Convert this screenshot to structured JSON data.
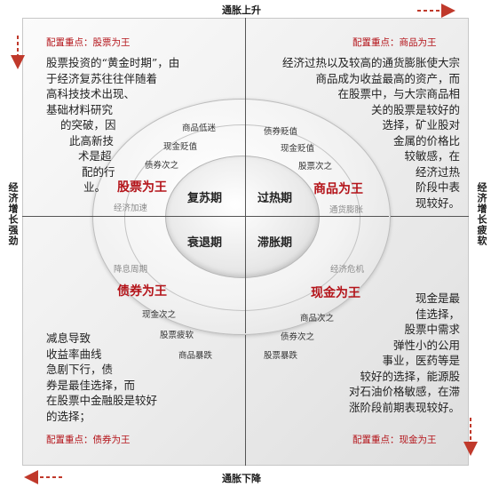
{
  "axes": {
    "top": "通胀上升",
    "bottom": "通胀下降",
    "left": "经济增长强劲",
    "right": "经济增长疲软"
  },
  "focus_prefix": "配置重点：",
  "quadrants": {
    "top_left": {
      "focus": "股票为王",
      "paragraph": [
        "股票投资的“黄金时期”，由",
        "于经济复苏往往伴随着",
        "高科技技术出现、",
        "基础材料研究",
        "的突破，因",
        "此高新技",
        "术是超",
        "配的行",
        "业。"
      ]
    },
    "top_right": {
      "focus": "商品为王",
      "paragraph": [
        "经济过热以及较高的通货膨胀使大宗",
        "商品成为收益最高的资产，而",
        "在股票中，与大宗商品相",
        "关的股票是较好的",
        "选择，矿业股对",
        "金属的价格比",
        "较敏感，在",
        "经济过热",
        "阶段中表",
        "现较好。"
      ]
    },
    "bottom_left": {
      "focus": "债券为王",
      "paragraph": [
        "减息导致",
        "收益率曲线",
        "急剧下行，债",
        "券是最佳选择，而",
        "在股票中金融股是较好",
        "的选择；"
      ]
    },
    "bottom_right": {
      "focus": "现金为王",
      "paragraph": [
        "现金是最",
        "佳选择，",
        "股票中需求",
        "弹性小的公用",
        "事业，医药等是",
        "较好的选择，能源股",
        "对石油价格敏感，在滞",
        "涨阶段前期表现较好。"
      ]
    }
  },
  "phases": {
    "recovery": "复苏期",
    "overheat": "过热期",
    "recession": "衰退期",
    "stagflation": "滞胀期"
  },
  "kings": {
    "stocks": "股票为王",
    "commodities": "商品为王",
    "bonds": "债券为王",
    "cash": "现金为王"
  },
  "ring_labels": {
    "recovery_items": [
      "商品低迷",
      "现金贬值",
      "债券次之"
    ],
    "recovery_tag": "经济加速",
    "overheat_items": [
      "债券贬值",
      "现金贬值",
      "股票次之"
    ],
    "overheat_tag": "通货膨胀",
    "recession_tag": "降息周期",
    "recession_items": [
      "现金次之",
      "股票疲软",
      "商品暴跌"
    ],
    "stagflation_tag": "经济危机",
    "stagflation_items": [
      "商品次之",
      "债券次之",
      "股票暴跌"
    ]
  },
  "colors": {
    "accent_red": "#b4141a",
    "arrow_red": "#c0392b",
    "grey_text": "#8a8a8a"
  },
  "icons": [
    "arrow-top-right-icon",
    "arrow-top-left-icon",
    "arrow-bottom-right-icon",
    "arrow-bottom-left-icon"
  ]
}
